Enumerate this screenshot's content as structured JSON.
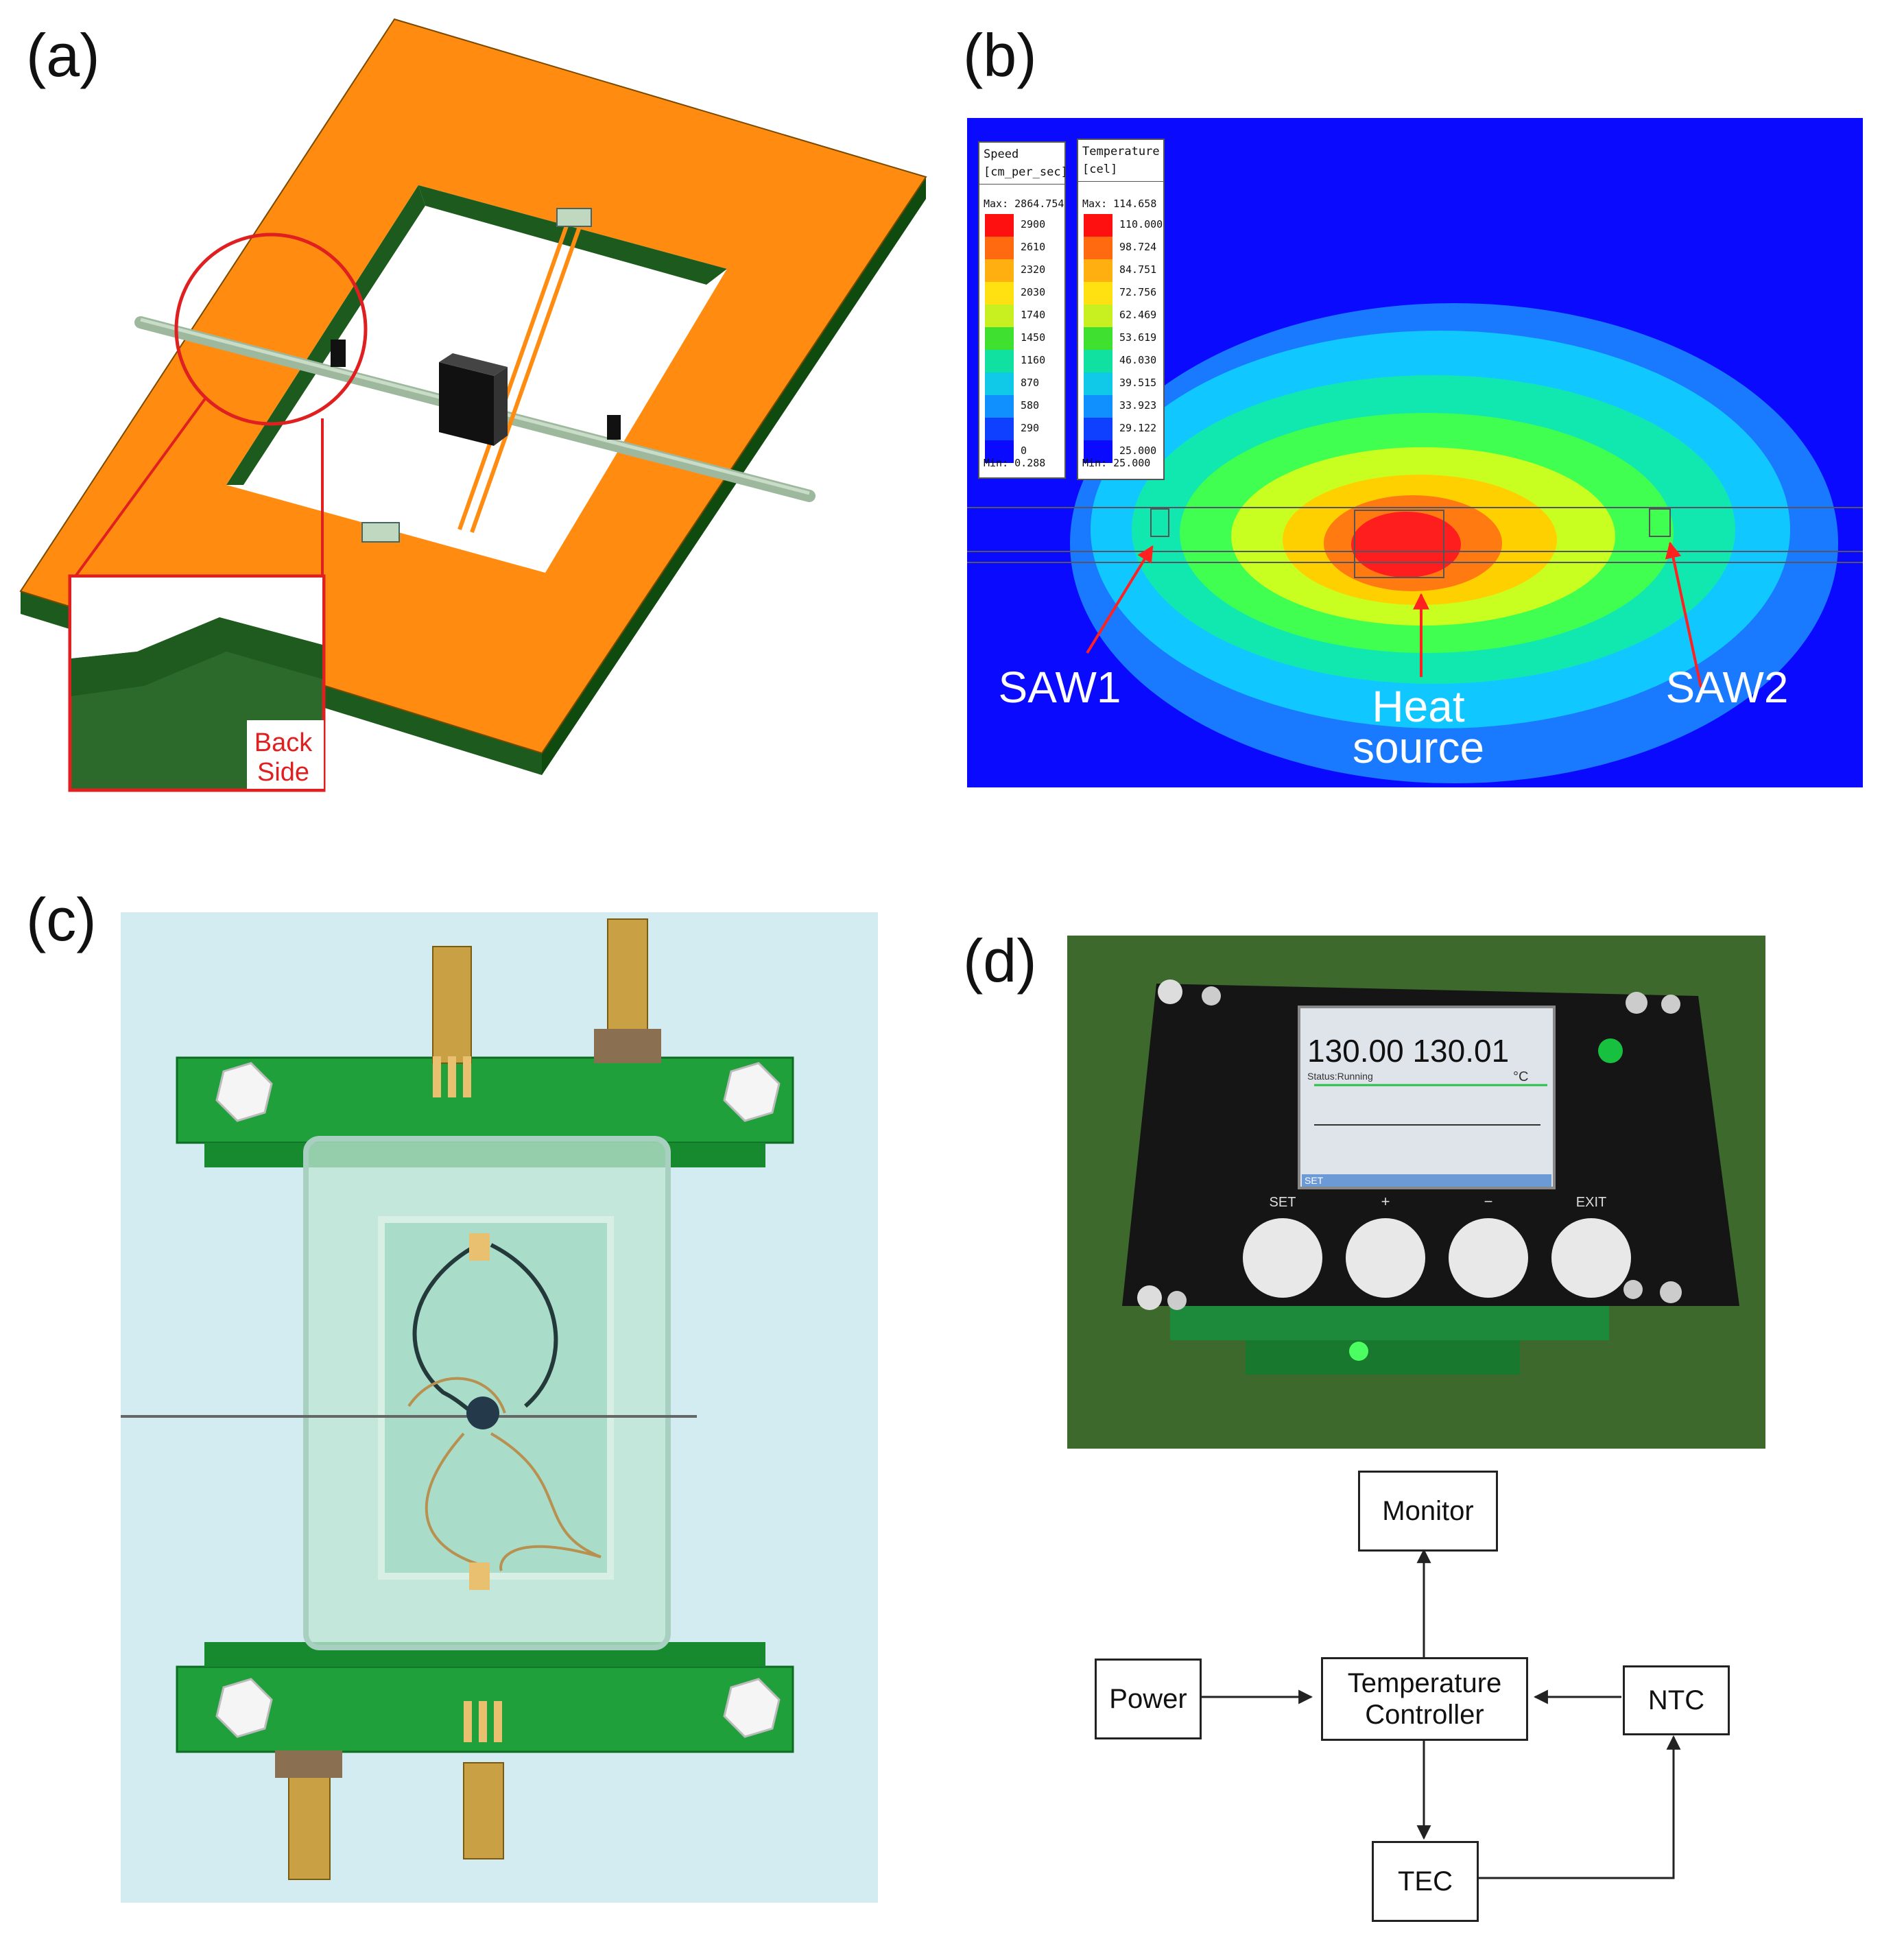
{
  "panels": {
    "a": {
      "label": "(a)",
      "callout": [
        "Back",
        "Side"
      ]
    },
    "b": {
      "label": "(b)",
      "speed_legend": {
        "title": [
          "Speed",
          "[cm_per_sec]"
        ],
        "max": "Max: 2864.754",
        "ticks": [
          "2900",
          "2610",
          "2320",
          "2030",
          "1740",
          "1450",
          "1160",
          "870",
          "580",
          "290",
          "0"
        ],
        "min": "Min: 0.288"
      },
      "temp_legend": {
        "title": [
          "Temperature",
          "[cel]"
        ],
        "max": "Max: 114.658",
        "ticks": [
          "110.000",
          "98.724",
          "84.751",
          "72.756",
          "62.469",
          "53.619",
          "46.030",
          "39.515",
          "33.923",
          "29.122",
          "25.000"
        ],
        "min": "Min: 25.000"
      },
      "annotations": {
        "saw1": "SAW1",
        "heat": [
          "Heat",
          "source"
        ],
        "saw2": "SAW2"
      },
      "colors": {
        "background": "#0a0aff",
        "hot": "#ff1e1e"
      }
    },
    "c": {
      "label": "(c)"
    },
    "d": {
      "label": "(d)",
      "screen": {
        "row1": "130.00 130.01",
        "row2": "Status:Running",
        "menu": "SET",
        "unit": "°C"
      },
      "buttons": [
        "SET",
        "+",
        "−",
        "EXIT"
      ],
      "flow": {
        "monitor": "Monitor",
        "power": "Power",
        "controller": [
          "Temperature",
          "Controller"
        ],
        "ntc": "NTC",
        "tec": "TEC"
      }
    }
  }
}
